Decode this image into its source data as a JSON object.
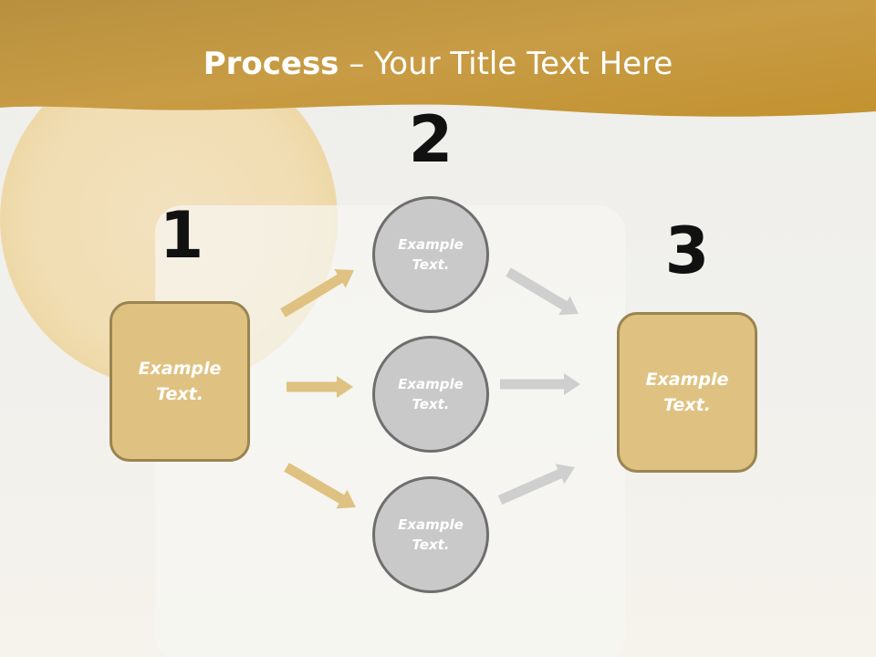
{
  "title": {
    "bold": "Process",
    "rest": " – Your Title Text Here"
  },
  "steps": [
    {
      "number": "1",
      "text": "Example\nText."
    },
    {
      "number": "2",
      "text": ""
    },
    {
      "number": "3",
      "text": "Example\nText."
    }
  ],
  "circles": [
    {
      "text": "Example\nText."
    },
    {
      "text": "Example\nText."
    },
    {
      "text": "Example\nText."
    }
  ],
  "colors": {
    "banner": "#c59a3a",
    "box_fill": "#dfc281",
    "box_border": "#9a8450",
    "circle_fill": "#c9c9c9",
    "circle_border": "#6e6e6e",
    "arrow_gold": "#dfc281",
    "arrow_gray": "#cfcfcf"
  }
}
